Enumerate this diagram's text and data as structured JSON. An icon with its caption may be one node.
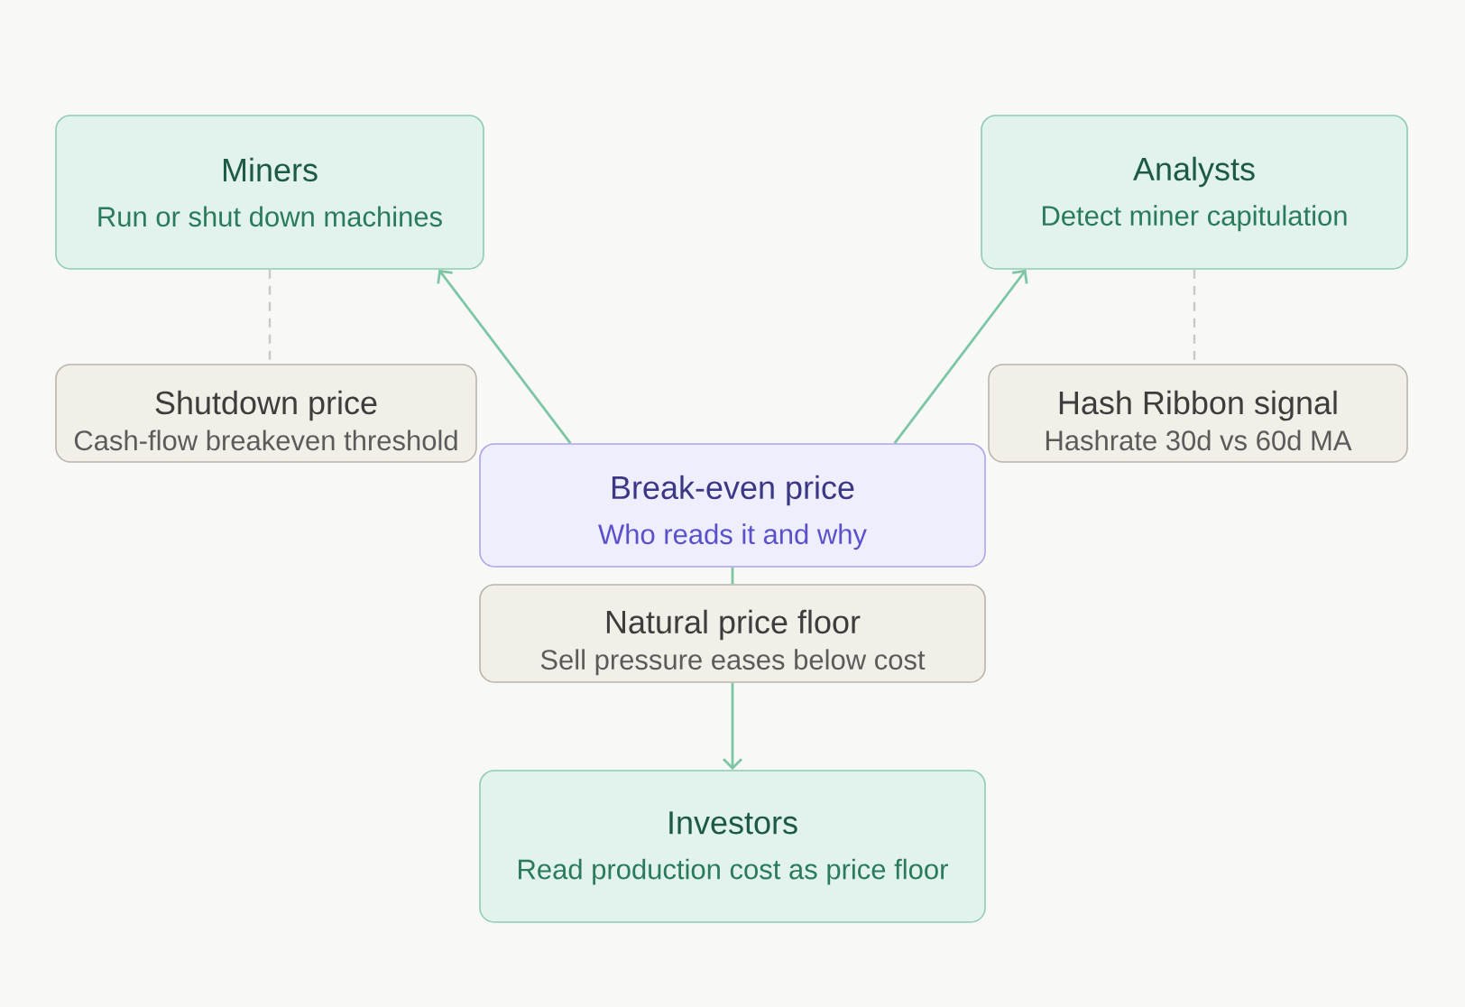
{
  "diagram": {
    "nodes": [
      {
        "text": [
          "Miners",
          "Run or shut down machines"
        ]
      },
      {
        "text": [
          "Analysts",
          "Detect miner capitulation"
        ]
      },
      {
        "text": [
          "Shutdown price",
          "Cash-flow breakeven threshold"
        ]
      },
      {
        "text": [
          "Hash Ribbon signal",
          "Hashrate 30d vs 60d MA"
        ]
      },
      {
        "text": [
          "Break-even price",
          "Who reads it and why"
        ]
      },
      {
        "text": [
          "Natural price floor",
          "Sell pressure eases below cost"
        ]
      },
      {
        "text": [
          "Investors",
          "Read production cost as price floor"
        ]
      }
    ],
    "edges": [
      {
        "from": 4,
        "to": 0,
        "arrow": "to"
      },
      {
        "from": 4,
        "to": 1,
        "arrow": "to"
      },
      {
        "from": 0,
        "to": 2,
        "arrow": "none",
        "style": "dashed",
        "color": "#c8c8c8"
      },
      {
        "from": 1,
        "to": 3,
        "arrow": "none",
        "style": "dashed",
        "color": "#c8c8c8"
      },
      {
        "from": 4,
        "to": 5,
        "arrow": "none"
      },
      {
        "from": 5,
        "to": 6,
        "arrow": "to"
      }
    ]
  }
}
